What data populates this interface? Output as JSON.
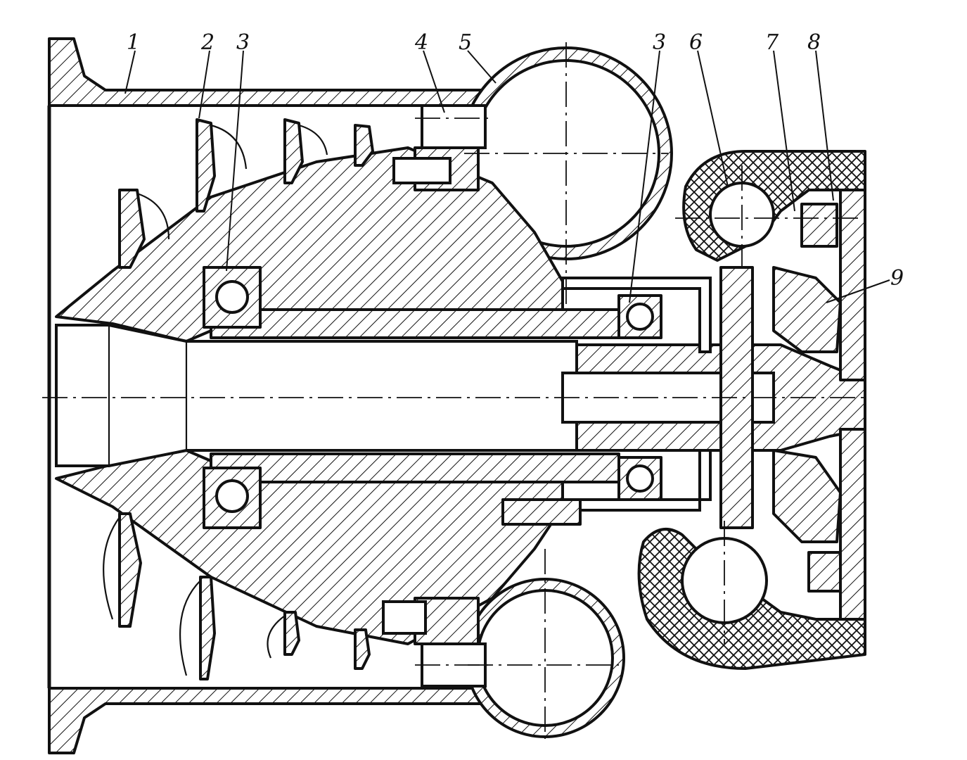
{
  "diagram": {
    "callouts": [
      {
        "id": "c1",
        "label": "1"
      },
      {
        "id": "c2",
        "label": "2"
      },
      {
        "id": "c3a",
        "label": "3"
      },
      {
        "id": "c4",
        "label": "4"
      },
      {
        "id": "c5",
        "label": "5"
      },
      {
        "id": "c3b",
        "label": "3"
      },
      {
        "id": "c6",
        "label": "6"
      },
      {
        "id": "c7",
        "label": "7"
      },
      {
        "id": "c8",
        "label": "8"
      },
      {
        "id": "c9",
        "label": "9"
      }
    ]
  }
}
